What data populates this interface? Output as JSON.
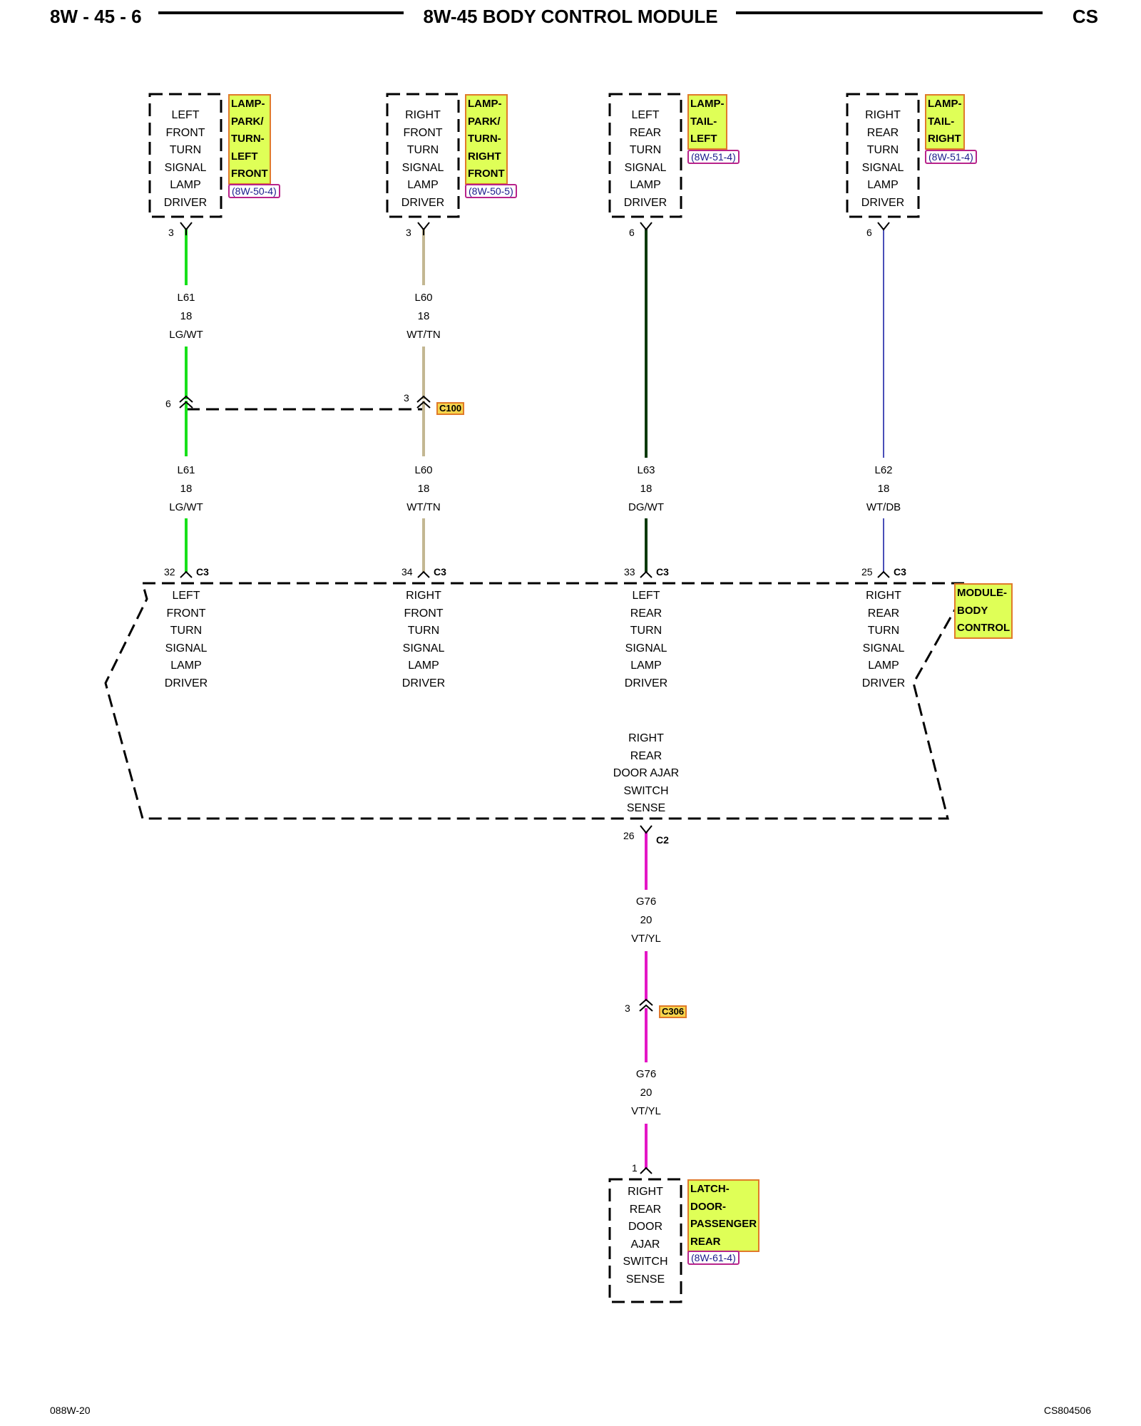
{
  "header": {
    "left": "8W - 45 - 6",
    "center": "8W-45 BODY CONTROL MODULE",
    "right": "CS"
  },
  "components": {
    "lf": {
      "lines": [
        "LEFT",
        "FRONT",
        "TURN",
        "SIGNAL",
        "LAMP",
        "DRIVER"
      ],
      "tag": [
        "LAMP-",
        "PARK/",
        "TURN-",
        "LEFT",
        "FRONT"
      ],
      "ref": "(8W-50-4)",
      "pin": "3"
    },
    "rf": {
      "lines": [
        "RIGHT",
        "FRONT",
        "TURN",
        "SIGNAL",
        "LAMP",
        "DRIVER"
      ],
      "tag": [
        "LAMP-",
        "PARK/",
        "TURN-",
        "RIGHT",
        "FRONT"
      ],
      "ref": "(8W-50-5)",
      "pin": "3"
    },
    "lr": {
      "lines": [
        "LEFT",
        "REAR",
        "TURN",
        "SIGNAL",
        "LAMP",
        "DRIVER"
      ],
      "tag": [
        "LAMP-",
        "TAIL-",
        "LEFT"
      ],
      "ref": "(8W-51-4)",
      "pin": "6"
    },
    "rr": {
      "lines": [
        "RIGHT",
        "REAR",
        "TURN",
        "SIGNAL",
        "LAMP",
        "DRIVER"
      ],
      "tag": [
        "LAMP-",
        "TAIL-",
        "RIGHT"
      ],
      "ref": "(8W-51-4)",
      "pin": "6"
    },
    "latch": {
      "lines": [
        "RIGHT",
        "REAR",
        "DOOR",
        "AJAR",
        "SWITCH",
        "SENSE"
      ],
      "tag": [
        "LATCH-",
        "DOOR-",
        "PASSENGER",
        "REAR"
      ],
      "ref": "(8W-61-4)",
      "pin": "1"
    }
  },
  "wires": {
    "l61_upper": [
      "L61",
      "18",
      "LG/WT"
    ],
    "l60_upper": [
      "L60",
      "18",
      "WT/TN"
    ],
    "l61_lower": [
      "L61",
      "18",
      "LG/WT"
    ],
    "l60_lower": [
      "L60",
      "18",
      "WT/TN"
    ],
    "l63": [
      "L63",
      "18",
      "DG/WT"
    ],
    "l62": [
      "L62",
      "18",
      "WT/DB"
    ],
    "g76_upper": [
      "G76",
      "20",
      "VT/YL"
    ],
    "g76_lower": [
      "G76",
      "20",
      "VT/YL"
    ]
  },
  "connectors": {
    "c100": {
      "name": "C100",
      "pin_l61": "6",
      "pin_l60": "3"
    },
    "c306": {
      "name": "C306",
      "pin": "3"
    },
    "c3": {
      "name": "C3",
      "pins": [
        "32",
        "34",
        "33",
        "25"
      ]
    },
    "c2": {
      "name": "C2",
      "pin": "26"
    }
  },
  "module": {
    "tag": [
      "MODULE-",
      "BODY",
      "CONTROL"
    ],
    "outputs": [
      [
        "LEFT",
        "FRONT",
        "TURN",
        "SIGNAL",
        "LAMP",
        "DRIVER"
      ],
      [
        "RIGHT",
        "FRONT",
        "TURN",
        "SIGNAL",
        "LAMP",
        "DRIVER"
      ],
      [
        "LEFT",
        "REAR",
        "TURN",
        "SIGNAL",
        "LAMP",
        "DRIVER"
      ],
      [
        "RIGHT",
        "REAR",
        "TURN",
        "SIGNAL",
        "LAMP",
        "DRIVER"
      ]
    ],
    "sense": [
      "RIGHT",
      "REAR",
      "DOOR AJAR",
      "SWITCH",
      "SENSE"
    ]
  },
  "footer": {
    "left": "088W-20",
    "right": "CS804506"
  },
  "colors": {
    "lg_wt": "#17e01a",
    "wt_tn": "#c3b792",
    "dg_wt": "#0b3a0b",
    "wt_db": "#4a4fb8",
    "vt_yl": "#e416c6"
  }
}
